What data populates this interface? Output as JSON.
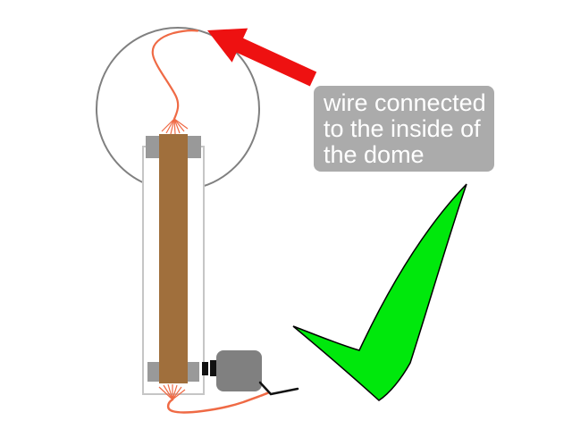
{
  "annotation": {
    "lines": [
      "wire connected",
      "to the inside of",
      "the dome"
    ],
    "full_text": "wire connected to the inside of the dome"
  },
  "icons": {
    "red-arrow-icon": "block-arrow-pointing-upper-left",
    "check-icon": "✓"
  },
  "colors": {
    "background": "#ffffff",
    "dome_outline": "#808080",
    "column_border": "#c6c6c6",
    "roller": "#999999",
    "belt": "#a06f3c",
    "wire": "#ef6a45",
    "black_wire": "#111111",
    "motor": "#808080",
    "arrow": "#ee1111",
    "check_fill": "#00e80c",
    "check_outline": "#000000",
    "annotation_bg": "#ababab",
    "annotation_text": "#ffffff"
  }
}
